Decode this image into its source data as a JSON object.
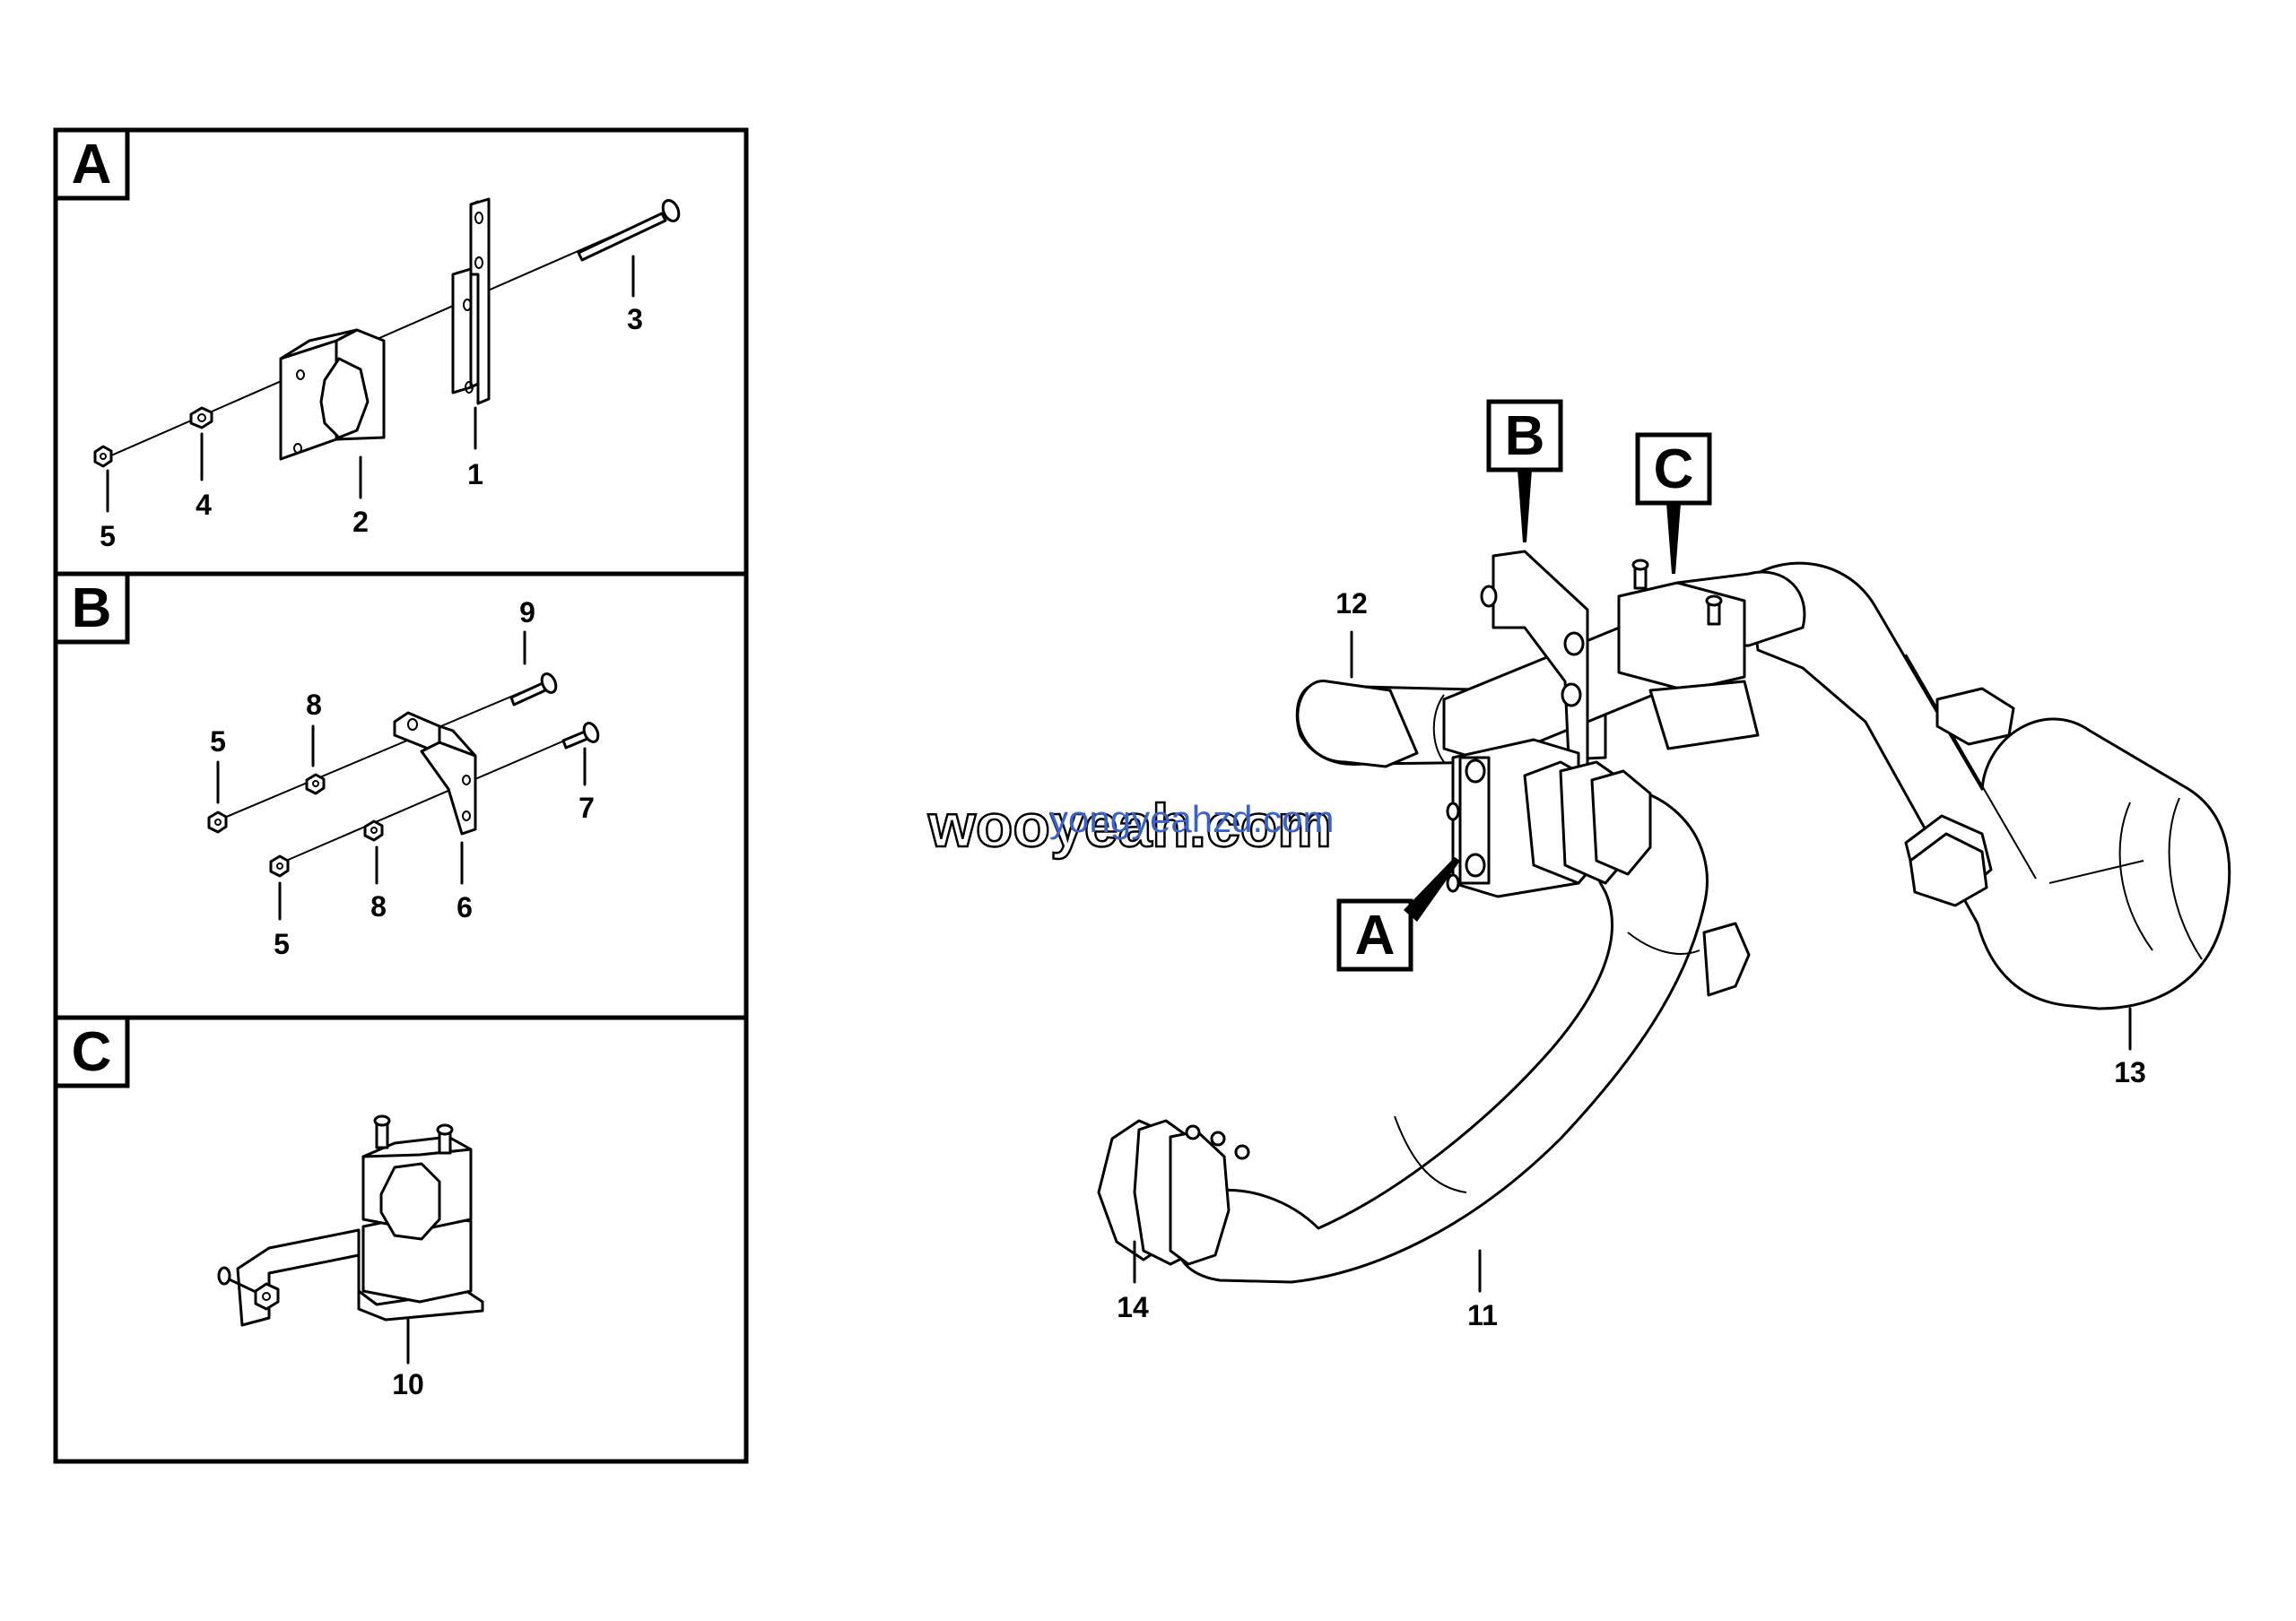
{
  "detail_panels": [
    {
      "letter": "A",
      "callouts": [
        "3",
        "4",
        "5",
        "2",
        "1"
      ]
    },
    {
      "letter": "B",
      "callouts": [
        "9",
        "8",
        "5",
        "7",
        "8",
        "6",
        "5"
      ]
    },
    {
      "letter": "C",
      "callouts": [
        "10"
      ]
    }
  ],
  "main_view": {
    "view_labels": [
      "B",
      "C",
      "A"
    ],
    "callouts": [
      "12",
      "13",
      "14",
      "11"
    ]
  },
  "watermark": {
    "primary": "wooyeah.com",
    "secondary": "yongyeahzd.com",
    "primary_color": "#000000",
    "secondary_color": "#3a63c9"
  }
}
